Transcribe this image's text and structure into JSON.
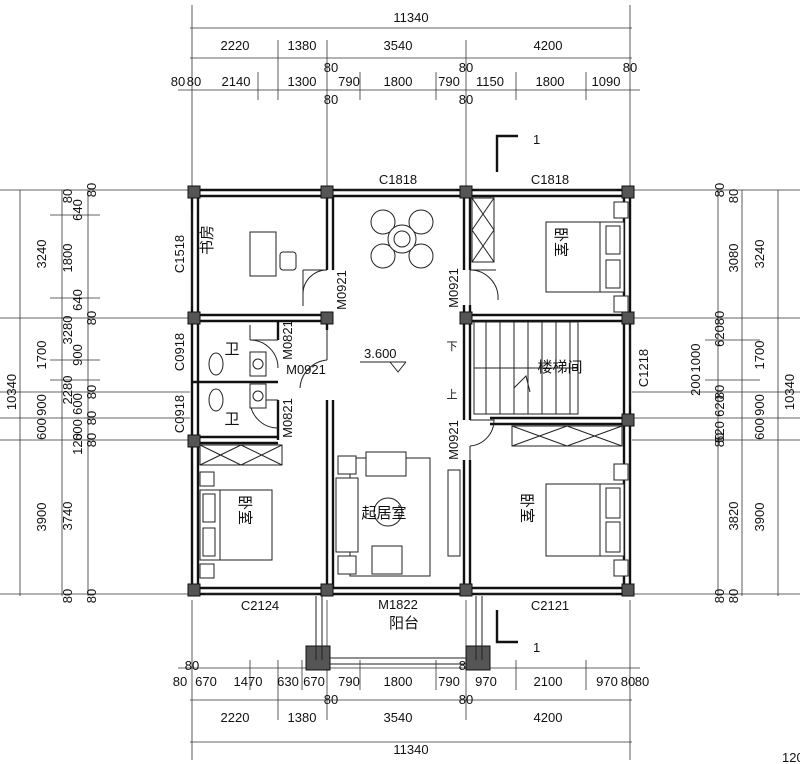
{
  "dimensions": {
    "top_overall": "11340",
    "top_row1": [
      "2220",
      "1380",
      "3540",
      "4200"
    ],
    "top_row2": [
      "80",
      "80",
      "2140",
      "1300",
      "80",
      "790",
      "1800",
      "790",
      "80",
      "1150",
      "1800",
      "1090",
      "80"
    ],
    "top_row2_sub": [
      "80",
      "80"
    ],
    "bottom_row1": [
      "80",
      "80",
      "670",
      "1470",
      "630",
      "670",
      "790",
      "1800",
      "790",
      "80",
      "970",
      "2100",
      "970",
      "80",
      "80"
    ],
    "bottom_row1_sub": [
      "80",
      "80"
    ],
    "bottom_row2": [
      "2220",
      "1380",
      "3540",
      "4200"
    ],
    "bottom_overall": "11340",
    "left_outer": "10340",
    "left_col1": [
      "3240",
      "1700",
      "900",
      "600",
      "3900"
    ],
    "left_col2": [
      "80",
      "1800",
      "3280",
      "2280",
      "3740",
      "80"
    ],
    "left_col3": [
      "80",
      "640",
      "80",
      "640",
      "900",
      "80",
      "600",
      "80",
      "600",
      "80",
      "120",
      "80"
    ],
    "right_outer": "10340",
    "right_col1": [
      "3240",
      "1700",
      "900",
      "600",
      "3900"
    ],
    "right_col2": [
      "80",
      "3080",
      "1000",
      "200",
      "3820",
      "80"
    ],
    "right_col3": [
      "80",
      "80",
      "620",
      "80",
      "620",
      "520",
      "80",
      "80"
    ],
    "corner_tag": "120"
  },
  "windows": {
    "c1818_left": "C1818",
    "c1818_right": "C1818",
    "c1518": "C1518",
    "c0918_top": "C0918",
    "c0918_bottom": "C0918",
    "c1218": "C1218",
    "c2124": "C2124",
    "c2121": "C2121"
  },
  "doors": {
    "m0921_a": "M0921",
    "m0921_b": "M0921",
    "m0821_a": "M0821",
    "m0921_c": "M0921",
    "m0821_b": "M0821",
    "m0921_d": "M0921",
    "m1822": "M1822"
  },
  "rooms": {
    "study": "书房",
    "bath_top": "卫",
    "bath_bottom": "卫",
    "bedroom_left": "卧室",
    "bedroom_top_right": "卧室",
    "bedroom_bottom_right": "卧室",
    "stairwell": "楼梯间",
    "living": "起居室",
    "balcony": "阳台"
  },
  "annotations": {
    "elevation": "3.600",
    "section_top": "1",
    "section_bottom": "1",
    "stair_down": "下",
    "stair_up": "上"
  }
}
